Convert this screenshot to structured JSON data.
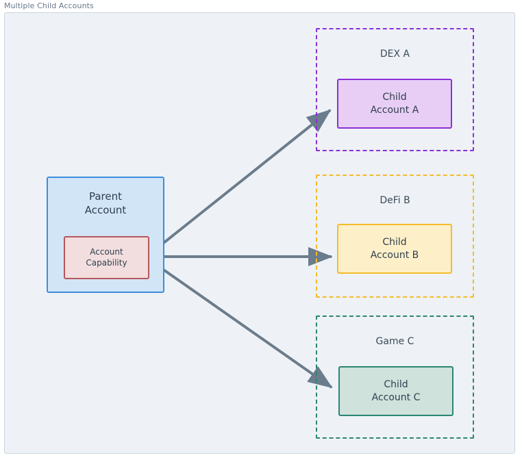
{
  "diagram": {
    "title": "Multiple Child Accounts",
    "background_color": "#eef2f6",
    "frame_border_color": "#c9d4de",
    "edge_color": "#6b7c8c"
  },
  "parent": {
    "label_line1": "Parent",
    "label_line2": "Account",
    "fill": "#d2e5f7",
    "stroke": "#3d8ddb",
    "capability": {
      "label_line1": "Account",
      "label_line2": "Capability",
      "fill": "#f2dede",
      "stroke": "#b5565a"
    }
  },
  "clusters": [
    {
      "name": "dex-a",
      "label": "DEX A",
      "border_color": "#8b2fd6",
      "child": {
        "label_line1": "Child",
        "label_line2": "Account A",
        "fill": "#e8cef5",
        "stroke": "#8b2fd6"
      }
    },
    {
      "name": "defi-b",
      "label": "DeFi B",
      "border_color": "#f5bb2a",
      "child": {
        "label_line1": "Child",
        "label_line2": "Account B",
        "fill": "#fdf0c9",
        "stroke": "#f5bb2a"
      }
    },
    {
      "name": "game-c",
      "label": "Game C",
      "border_color": "#2a8573",
      "child": {
        "label_line1": "Child",
        "label_line2": "Account C",
        "fill": "#cfe3dc",
        "stroke": "#2a8573"
      }
    }
  ],
  "edges": [
    {
      "name": "capability-to-child-a",
      "from": "account-capability",
      "to": "child-account-a"
    },
    {
      "name": "capability-to-child-b",
      "from": "account-capability",
      "to": "child-account-b"
    },
    {
      "name": "capability-to-child-c",
      "from": "account-capability",
      "to": "child-account-c"
    }
  ]
}
